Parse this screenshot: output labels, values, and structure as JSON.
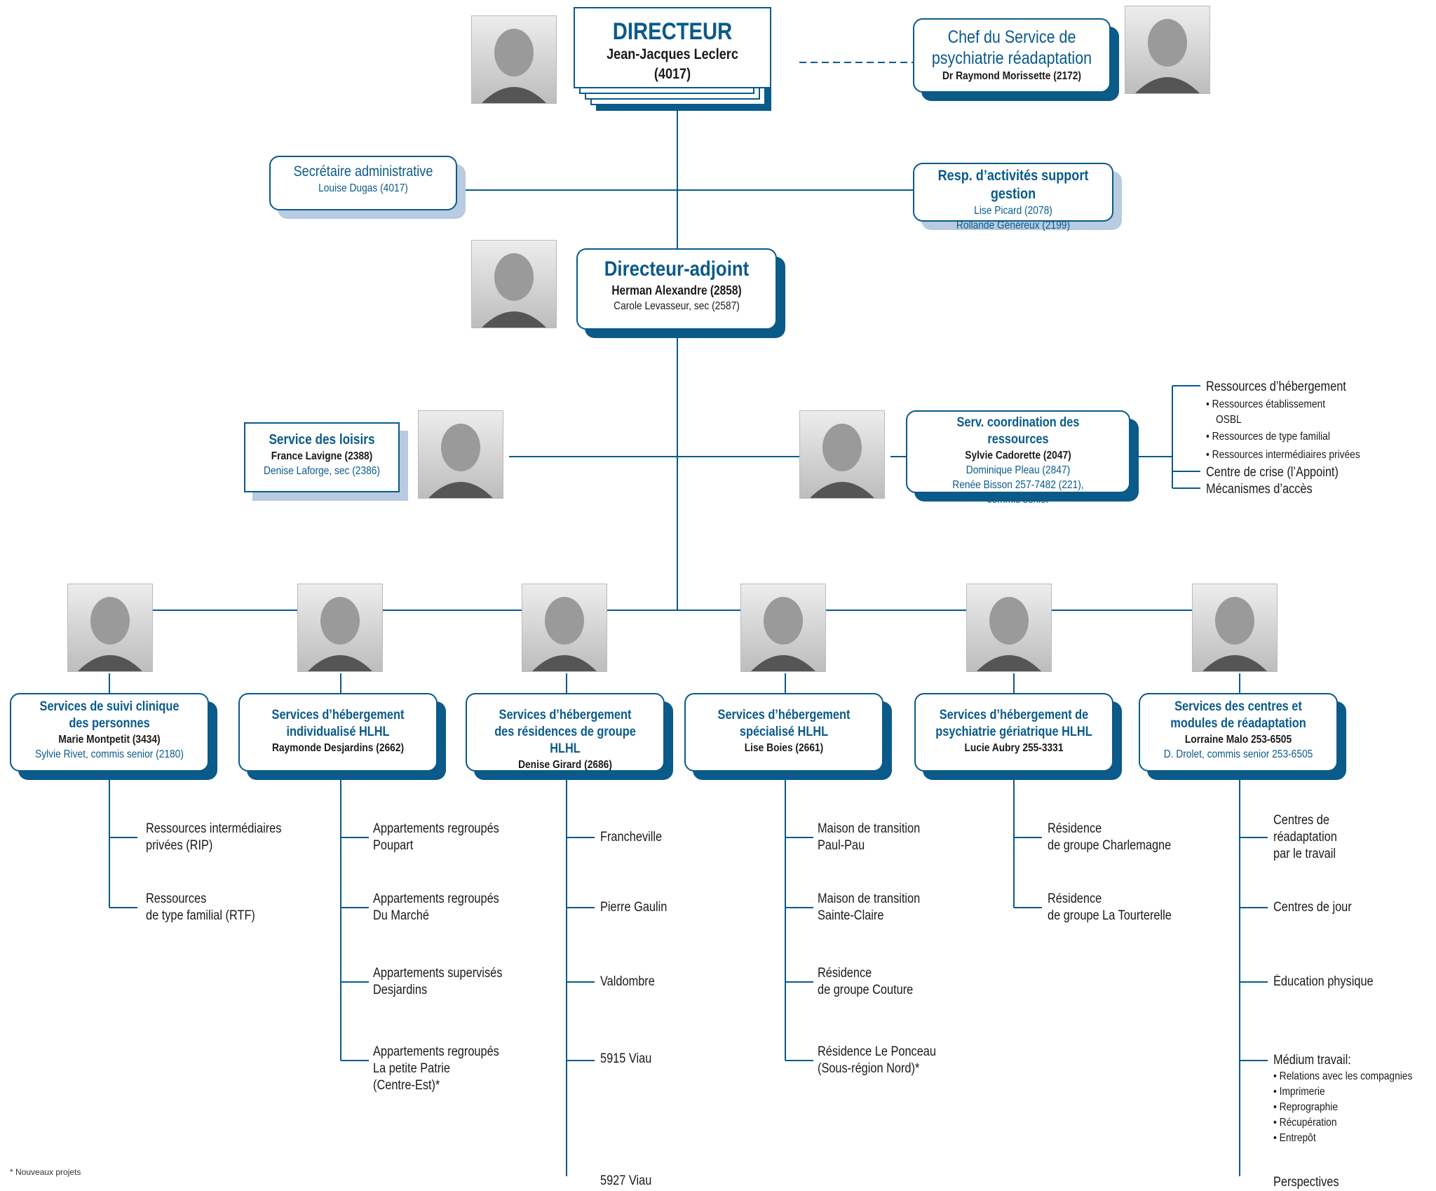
{
  "director": {
    "title": "DIRECTEUR",
    "name": "Jean-Jacques Leclerc (4017)"
  },
  "chief": {
    "title_l1": "Chef du Service de",
    "title_l2": "psychiatrie réadaptation",
    "name": "Dr Raymond Morissette (2172)"
  },
  "secretary": {
    "title": "Secrétaire administrative",
    "name": "Louise Dugas (4017)"
  },
  "resp": {
    "title": "Resp. d’activités support gestion",
    "line1": "Lise Picard (2078)",
    "line2": "Rollande Généreux (2199)"
  },
  "deputy": {
    "title": "Directeur-adjoint",
    "name": "Herman Alexandre (2858)",
    "sec": "Carole Levasseur, sec (2587)"
  },
  "loisirs": {
    "title": "Service des loisirs",
    "name": "France Lavigne (2388)",
    "sec": "Denise Laforge, sec (2386)"
  },
  "coord": {
    "title": "Serv. coordination des ressources",
    "name": "Sylvie Cadorette (2047)",
    "l1": "Dominique Pleau (2847)",
    "l2": "Renée Bisson 257-7482 (221),",
    "l3": "commis senior"
  },
  "coord_list": {
    "heb": "Ressources d’hébergement",
    "b1": "• Ressources établissement",
    "b1b": "OSBL",
    "b2": "• Ressources de type familial",
    "b3": "• Ressources intermédiaires privées",
    "crise": "Centre de crise (l’Appoint)",
    "acces": "Mécanismes d’accès"
  },
  "services": [
    {
      "t1": "Services de suivi clinique",
      "t2": "des personnes",
      "name": "Marie Montpetit (3434)",
      "sec": "Sylvie Rivet, commis senior (2180)",
      "items": [
        [
          "Ressources intermédiaires",
          "privées (RIP)"
        ],
        [
          "Ressources",
          "de type familial (RTF)"
        ]
      ]
    },
    {
      "t1": "Services d’hébergement",
      "t2": "individualisé HLHL",
      "name": "Raymonde Desjardins (2662)",
      "sec": "",
      "items": [
        [
          "Appartements regroupés",
          "Poupart"
        ],
        [
          "Appartements regroupés",
          "Du Marché"
        ],
        [
          "Appartements supervisés",
          "Desjardins"
        ],
        [
          "Appartements regroupés",
          "La petite Patrie",
          "(Centre-Est)*"
        ]
      ]
    },
    {
      "t1": "Services d’hébergement",
      "t2": "des résidences de groupe HLHL",
      "name": "Denise Girard (2686)",
      "sec": "",
      "items": [
        [
          "Francheville"
        ],
        [
          "Pierre Gaulin"
        ],
        [
          "Valdombre"
        ],
        [
          "5915 Viau"
        ],
        [
          "5927 Viau"
        ]
      ]
    },
    {
      "t1": "Services d’hébergement",
      "t2": "spécialisé HLHL",
      "name": "Lise Boies (2661)",
      "sec": "",
      "items": [
        [
          "Maison de transition",
          "Paul-Pau"
        ],
        [
          "Maison de transition",
          "Sainte-Claire"
        ],
        [
          "Résidence",
          "de groupe Couture"
        ],
        [
          "Résidence Le Ponceau",
          "(Sous-région Nord)*"
        ]
      ]
    },
    {
      "t1": "Services d’hébergement de",
      "t2": "psychiatrie gériatrique HLHL",
      "name": "Lucie Aubry 255-3331",
      "sec": "",
      "items": [
        [
          "Résidence",
          "de groupe Charlemagne"
        ],
        [
          "Résidence",
          "de groupe La Tourterelle"
        ]
      ]
    },
    {
      "t1": "Services des centres et",
      "t2": "modules de réadaptation",
      "name": "Lorraine Malo 253-6505",
      "sec": "D. Drolet, commis senior 253-6505",
      "items": [
        [
          "Centres de",
          "réadaptation",
          "par le travail"
        ],
        [
          "Centres de jour"
        ],
        [
          "Éducation physique"
        ],
        [
          "Médium travail:"
        ],
        [
          "Perspectives"
        ]
      ]
    }
  ],
  "medium_sub": [
    "• Relations avec les compagnies",
    "• Imprimerie",
    "• Reprographie",
    "• Récupération",
    "• Entrepôt"
  ],
  "footnote": "* Nouveaux projets"
}
